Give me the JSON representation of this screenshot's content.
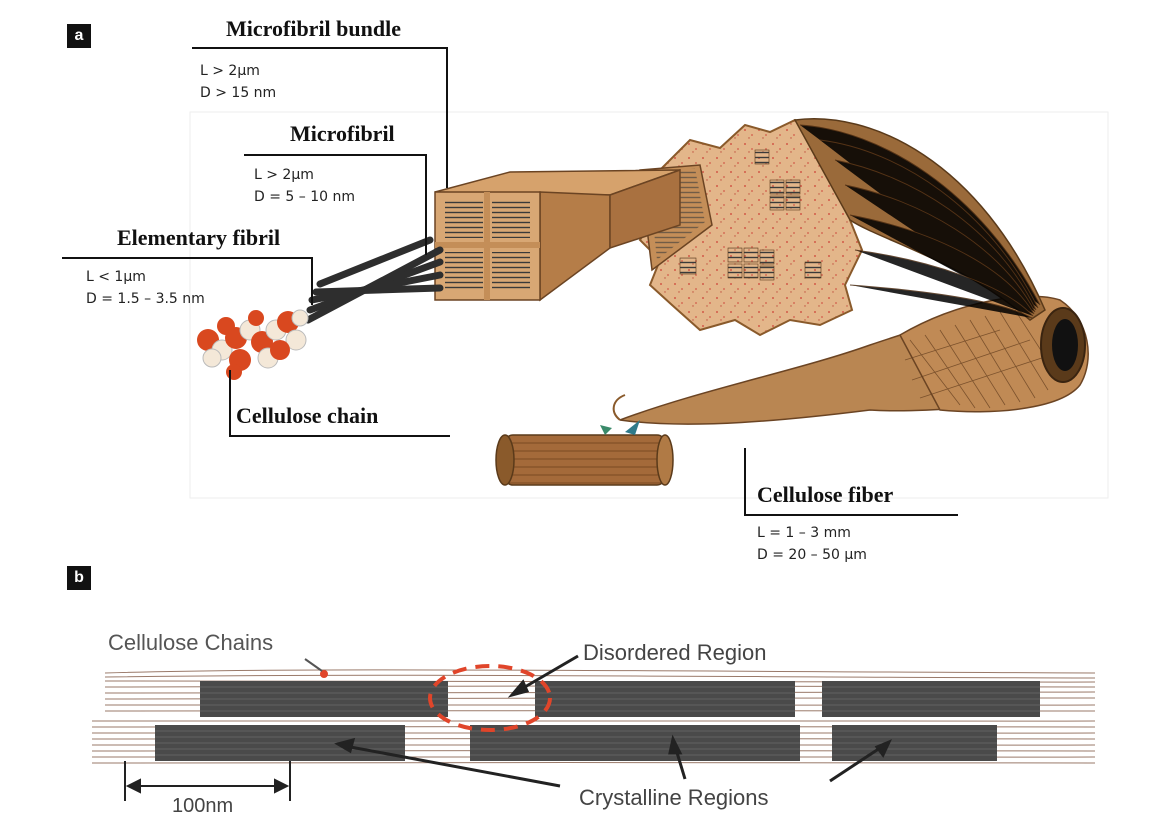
{
  "panels": {
    "a": "a",
    "b": "b"
  },
  "hierarchy": [
    {
      "id": "bundle",
      "title": "Microfibril bundle",
      "length": "L > 2μm",
      "diameter": "D > 15 nm"
    },
    {
      "id": "microfibril",
      "title": "Microfibril",
      "length": "L > 2μm",
      "diameter": "D = 5 – 10 nm"
    },
    {
      "id": "elementary",
      "title": "Elementary fibril",
      "length": "L < 1μm",
      "diameter": "D = 1.5 – 3.5 nm"
    },
    {
      "id": "chain",
      "title": "Cellulose chain"
    },
    {
      "id": "fiber",
      "title": "Cellulose fiber",
      "length": "L = 1 – 3 mm",
      "diameter": "D = 20 – 50 μm"
    }
  ],
  "panel_b": {
    "chains_label": "Cellulose Chains",
    "disordered_label": "Disordered Region",
    "crystalline_label": "Crystalline Regions",
    "scale_label": "100nm"
  },
  "colors": {
    "tan": "#c9955e",
    "dark_tan": "#8a5a2b",
    "speckle": "#d95a4a",
    "crystal": "#4a4a4a",
    "chain_red": "#d9481f",
    "dashed_red": "#e0452a"
  }
}
